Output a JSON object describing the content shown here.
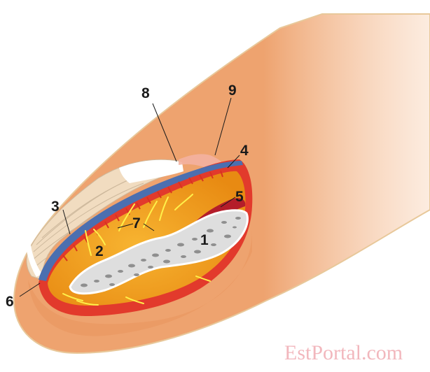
{
  "diagram": {
    "labels": [
      {
        "id": "1",
        "text": "1"
      },
      {
        "id": "2",
        "text": "2"
      },
      {
        "id": "3",
        "text": "3"
      },
      {
        "id": "4",
        "text": "4"
      },
      {
        "id": "5",
        "text": "5"
      },
      {
        "id": "6",
        "text": "6"
      },
      {
        "id": "7",
        "text": "7"
      },
      {
        "id": "8",
        "text": "8"
      },
      {
        "id": "9",
        "text": "9"
      }
    ],
    "watermark": "EstPortal.com"
  },
  "colors": {
    "skin": "#eea36f",
    "skin_shadow": "#e4925c",
    "nail": "#f1dcc0",
    "nail_lines": "#cdb89c",
    "matrix_blue": "#4b6fb0",
    "dermis_red": "#e23a2c",
    "pulp_orange": "#ee9a1f",
    "vessels": "#fff04a",
    "bone": "#dedede",
    "bone_spots": "#8f8f8f"
  }
}
